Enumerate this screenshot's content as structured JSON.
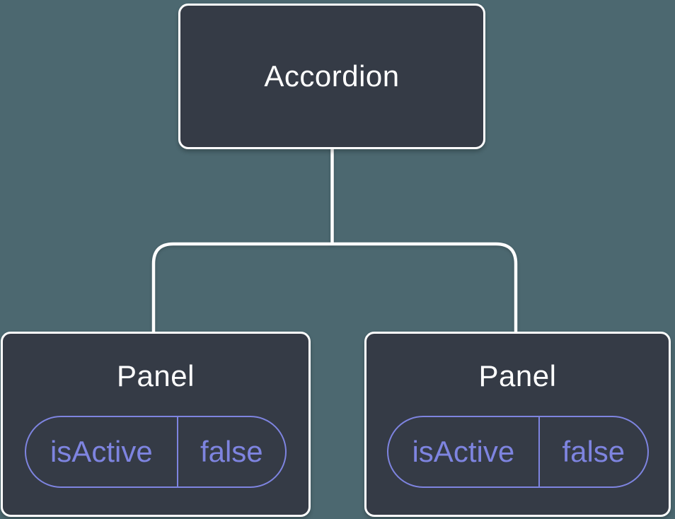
{
  "tree": {
    "root": {
      "label": "Accordion"
    },
    "children": [
      {
        "label": "Panel",
        "state_key": "isActive",
        "state_value": "false"
      },
      {
        "label": "Panel",
        "state_key": "isActive",
        "state_value": "false"
      }
    ]
  },
  "colors": {
    "background": "#4C6870",
    "node_fill": "#353B46",
    "node_border": "#FFFFFF",
    "label_text": "#FFFFFF",
    "accent": "#7E84E0"
  }
}
